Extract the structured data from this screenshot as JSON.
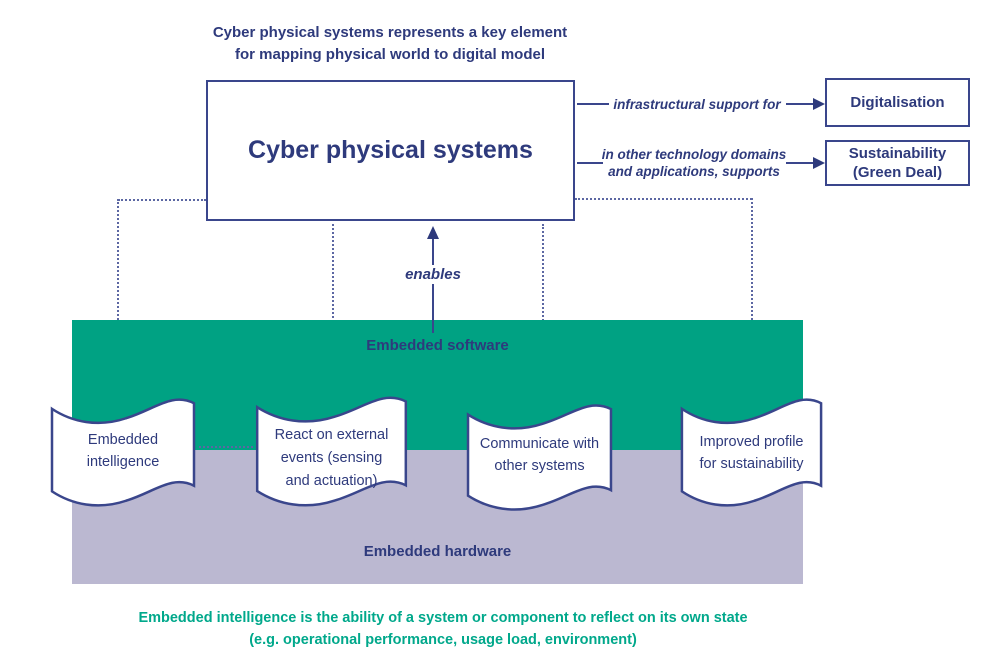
{
  "colors": {
    "navy_text": "#2e3a7c",
    "navy_border": "#3a468c",
    "dotted_line": "#5c67a3",
    "software_band": "#00a283",
    "hardware_band": "#bbb8d1",
    "footnote_green": "#00a88b"
  },
  "headline": {
    "line1": "Cyber physical systems represents a key element",
    "line2": "for mapping physical world to digital model"
  },
  "main_box": {
    "label": "Cyber physical systems"
  },
  "relations": {
    "digitalisation": {
      "label": "infrastructural support for",
      "target": "Digitalisation"
    },
    "sustainability": {
      "label_line1": "in other technology domains",
      "label_line2": "and applications, supports",
      "target_line1": "Sustainability",
      "target_line2": "(Green Deal)"
    }
  },
  "enables": {
    "label": "enables"
  },
  "layers": {
    "software": "Embedded software",
    "hardware": "Embedded hardware"
  },
  "flags": [
    {
      "lines": [
        "Embedded",
        "intelligence"
      ]
    },
    {
      "lines": [
        "React on external",
        "events (sensing",
        "and actuation)"
      ]
    },
    {
      "lines": [
        "Communicate with",
        "other systems"
      ]
    },
    {
      "lines": [
        "Improved profile",
        "for sustainability"
      ]
    }
  ],
  "footnote": {
    "line1": "Embedded intelligence is the ability of a system or component to reflect on its own state",
    "line2": "(e.g. operational performance, usage load, environment)"
  }
}
